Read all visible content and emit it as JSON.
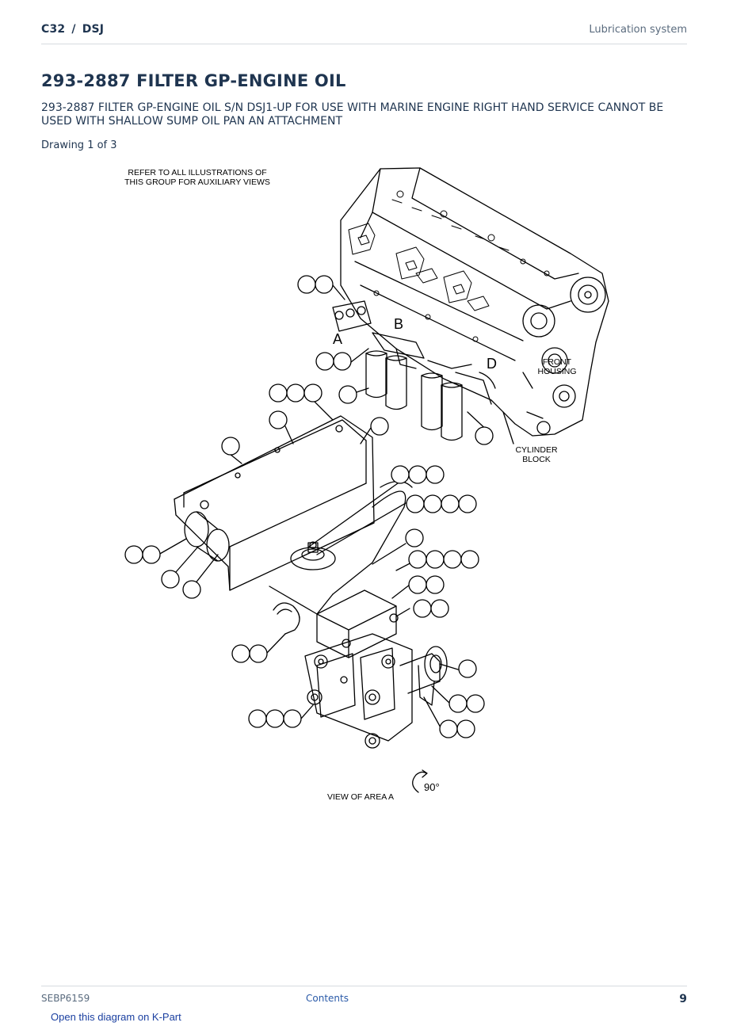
{
  "header": {
    "model": "C32",
    "separator": "/",
    "serial_prefix": "DSJ",
    "section": "Lubrication system"
  },
  "title": "293-2887 FILTER GP-ENGINE OIL",
  "description": "293-2887 FILTER GP-ENGINE OIL S/N DSJ1-UP FOR USE WITH MARINE ENGINE RIGHT HAND SERVICE CANNOT BE USED WITH SHALLOW SUMP OIL PAN AN ATTACHMENT",
  "drawing_label": "Drawing 1 of 3",
  "illustration": {
    "note_line1": "REFER TO ALL ILLUSTRATIONS OF",
    "note_line2": "THIS GROUP FOR AUXILIARY VIEWS",
    "label_a": "A",
    "label_b": "B",
    "label_d": "D",
    "front_housing_line1": "FRONT",
    "front_housing_line2": "HOUSING",
    "cylinder_block_line1": "CYLINDER",
    "cylinder_block_line2": "BLOCK",
    "view_label": "VIEW OF AREA A",
    "rotation": "90°"
  },
  "footer": {
    "doc_number": "SEBP6159",
    "contents_link": "Contents",
    "page_number": "9"
  },
  "kpart_link": "Open this diagram on K-Part"
}
